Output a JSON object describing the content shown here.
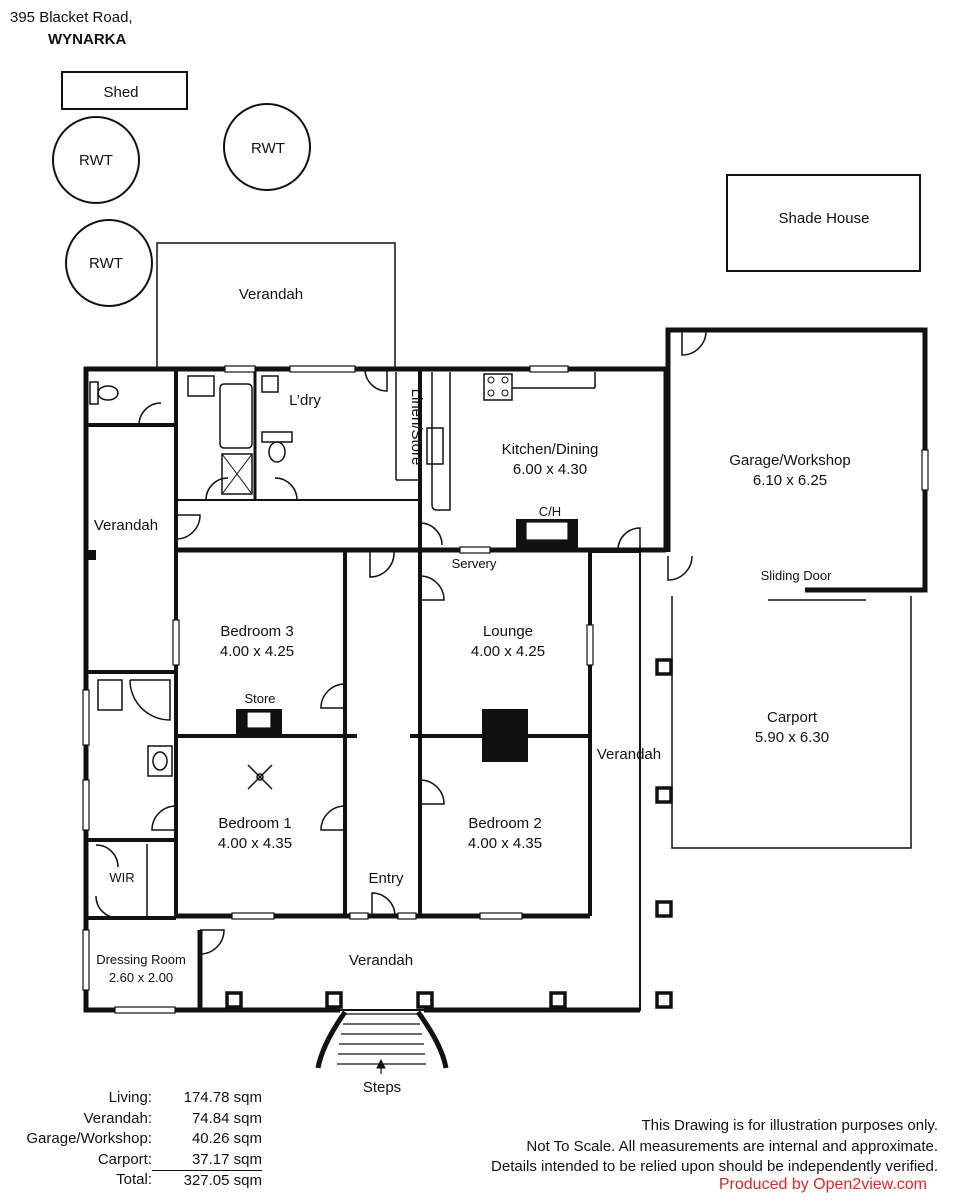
{
  "header": {
    "address_line1": "395 Blacket Road,",
    "address_line2": "WYNARKA"
  },
  "labels": {
    "shed": "Shed",
    "rwt1": "RWT",
    "rwt2": "RWT",
    "rwt3": "RWT",
    "shade_house": "Shade House",
    "verandah_top": "Verandah",
    "verandah_left": "Verandah",
    "verandah_right": "Verandah",
    "verandah_front": "Verandah",
    "laundry": "L’dry",
    "linen_store": "Linen/Store",
    "kitchen_name": "Kitchen/Dining",
    "kitchen_dims": "6.00 x 4.30",
    "ch": "C/H",
    "servery": "Servery",
    "garage_name": "Garage/Workshop",
    "garage_dims": "6.10 x 6.25",
    "sliding_door": "Sliding Door",
    "carport_name": "Carport",
    "carport_dims": "5.90 x 6.30",
    "bed3_name": "Bedroom 3",
    "bed3_dims": "4.00 x 4.25",
    "store": "Store",
    "lounge_name": "Lounge",
    "lounge_dims": "4.00 x 4.25",
    "bed1_name": "Bedroom 1",
    "bed1_dims": "4.00 x 4.35",
    "bed2_name": "Bedroom 2",
    "bed2_dims": "4.00 x 4.35",
    "entry": "Entry",
    "wir": "WIR",
    "dressing_name": "Dressing Room",
    "dressing_dims": "2.60 x 2.00",
    "steps": "Steps"
  },
  "areas": [
    {
      "label": "Living:",
      "value": "174.78 sqm"
    },
    {
      "label": "Verandah:",
      "value": "74.84 sqm"
    },
    {
      "label": "Garage/Workshop:",
      "value": "40.26 sqm"
    },
    {
      "label": "Carport:",
      "value": "37.17 sqm"
    }
  ],
  "total": {
    "label": "Total:",
    "value": "327.05 sqm"
  },
  "disclaimer": {
    "line1": "This Drawing is for illustration purposes only.",
    "line2": "Not To Scale. All measurements are internal and approximate.",
    "line3": "Details intended to be relied upon should be independently verified."
  },
  "credit": "Produced by Open2view.com",
  "colors": {
    "credit": "#e2262a",
    "wall": "#111111"
  }
}
